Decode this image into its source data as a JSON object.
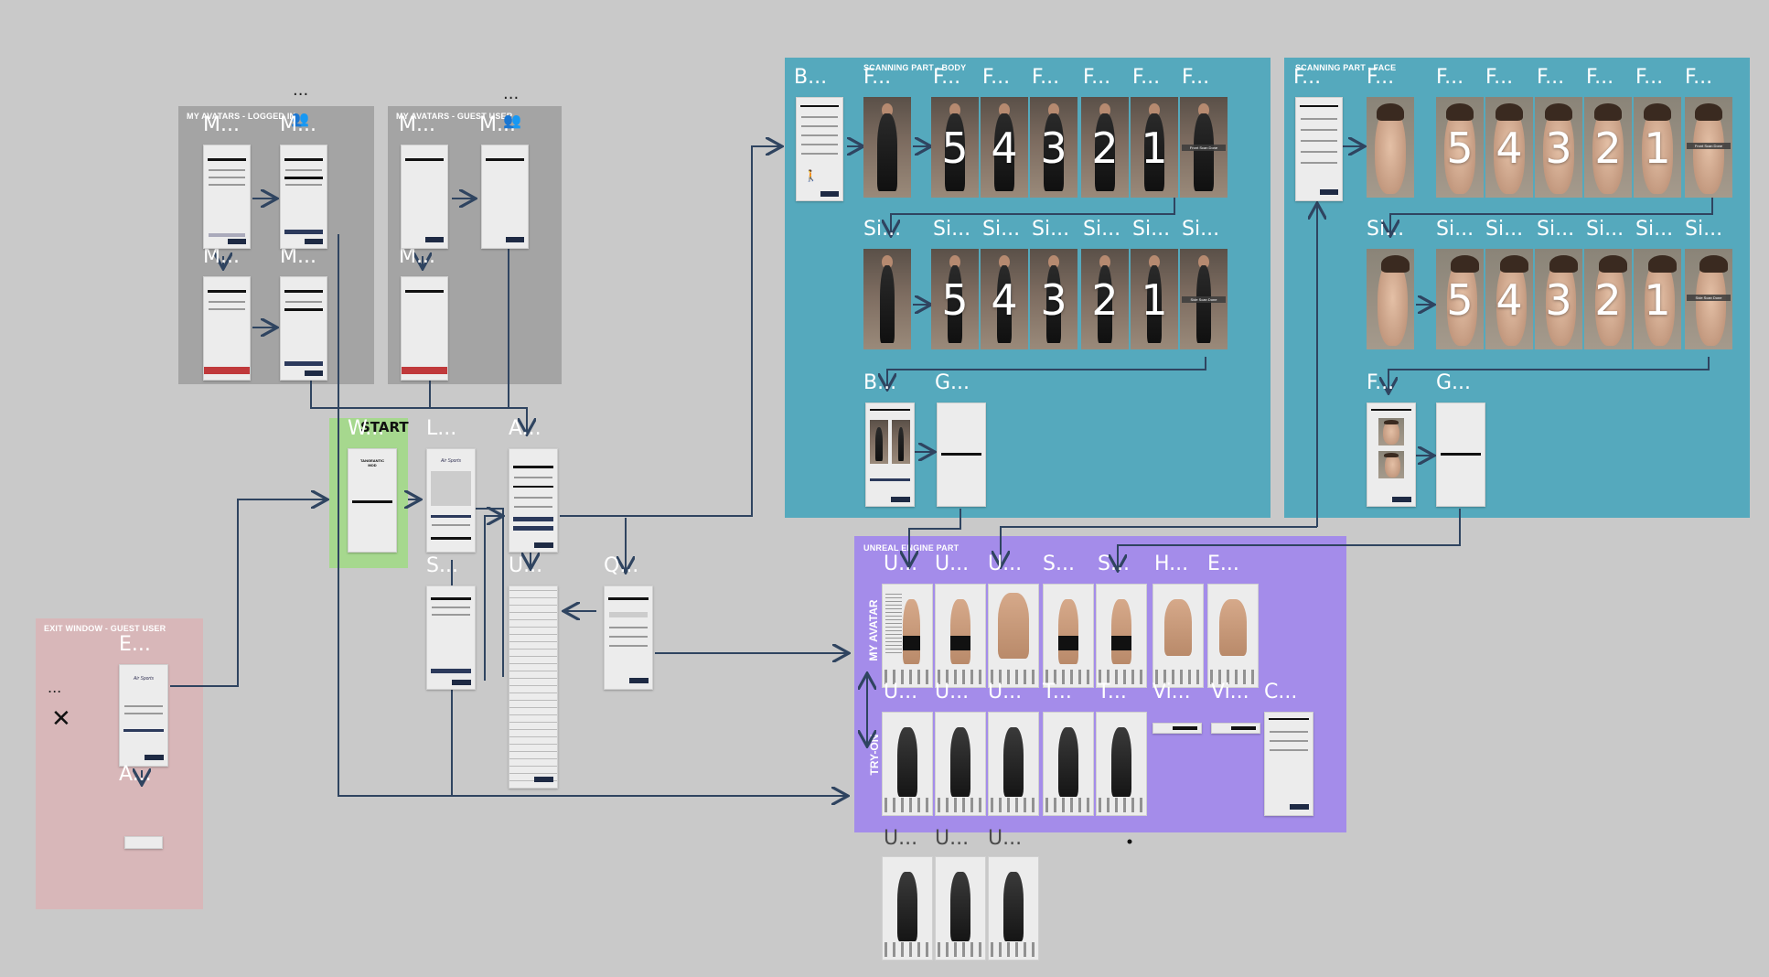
{
  "sections": {
    "logged_in": "MY AVATARS - LOGGED IN",
    "guest": "MY AVATARS - GUEST USER",
    "exit": "EXIT WINDOW - GUEST USER",
    "body": "SCANNING PART - BODY",
    "face": "SCANNING PART - FACE",
    "unreal": "UNREAL ENGINE PART"
  },
  "start_label": "START",
  "side_labels": {
    "my_avatar": "MY AVATAR",
    "try_on": "TRY-ON"
  },
  "ellipsis": "...",
  "frame_labels": {
    "li_1": "M...",
    "li_2": "M...",
    "li_3": "M...",
    "li_4": "M...",
    "g_1": "M...",
    "g_2": "M...",
    "g_3": "M...",
    "w": "W...",
    "l": "L...",
    "a": "A...",
    "s": "S...",
    "u": "U...",
    "q": "Q...",
    "e": "E...",
    "a2": "A...",
    "b1": "B...",
    "f_front": "F...",
    "f1": "F...",
    "f2": "F...",
    "f3": "F...",
    "f4": "F...",
    "f5": "F...",
    "f6": "F...",
    "s_side": "Si...",
    "s1": "Si...",
    "s2": "Si...",
    "s3": "Si...",
    "s4": "Si...",
    "s5": "Si...",
    "s6": "Si...",
    "b2": "B...",
    "g1": "G...",
    "ff0": "F...",
    "ff1": "F...",
    "ff2": "F...",
    "ff3": "F...",
    "ff4": "F...",
    "ff5": "F...",
    "ff6": "F...",
    "ff7": "F...",
    "fs0": "Si...",
    "fs1": "Si...",
    "fs2": "Si...",
    "fs3": "Si...",
    "fs4": "Si...",
    "fs5": "Si...",
    "fs6": "Si...",
    "ff_end": "F...",
    "g2": "G...",
    "u1": "U...",
    "u2": "U...",
    "u3": "U...",
    "s_u": "S...",
    "s_u2": "S...",
    "h": "H...",
    "e_u": "E...",
    "u4": "U...",
    "u5": "U...",
    "u6": "U...",
    "t": "T...",
    "t2": "T...",
    "v1": "Vi...",
    "v2": "Vi...",
    "c": "C...",
    "u7": "U...",
    "u8": "U...",
    "u9": "U..."
  },
  "frame_texts": {
    "tangeantic": "TANGEANTIC\nMOD",
    "brand": "Air Sports",
    "front_scan": "Front Scan Done",
    "side_scan": "Side Scan Done"
  },
  "countdown_body": [
    "5",
    "4",
    "3",
    "2",
    "1"
  ],
  "countdown_face": [
    "5",
    "4",
    "3",
    "2",
    "1"
  ],
  "close_symbol": "✕",
  "colors": {
    "canvas": "#c9c9c9",
    "gray_section": "#a4a4a4",
    "exit_section": "#d8b7b9",
    "scan_section": "#55a9bd",
    "unreal_section": "#a48cea",
    "start_highlight": "#a6d88e",
    "connector": "#2f4460"
  }
}
